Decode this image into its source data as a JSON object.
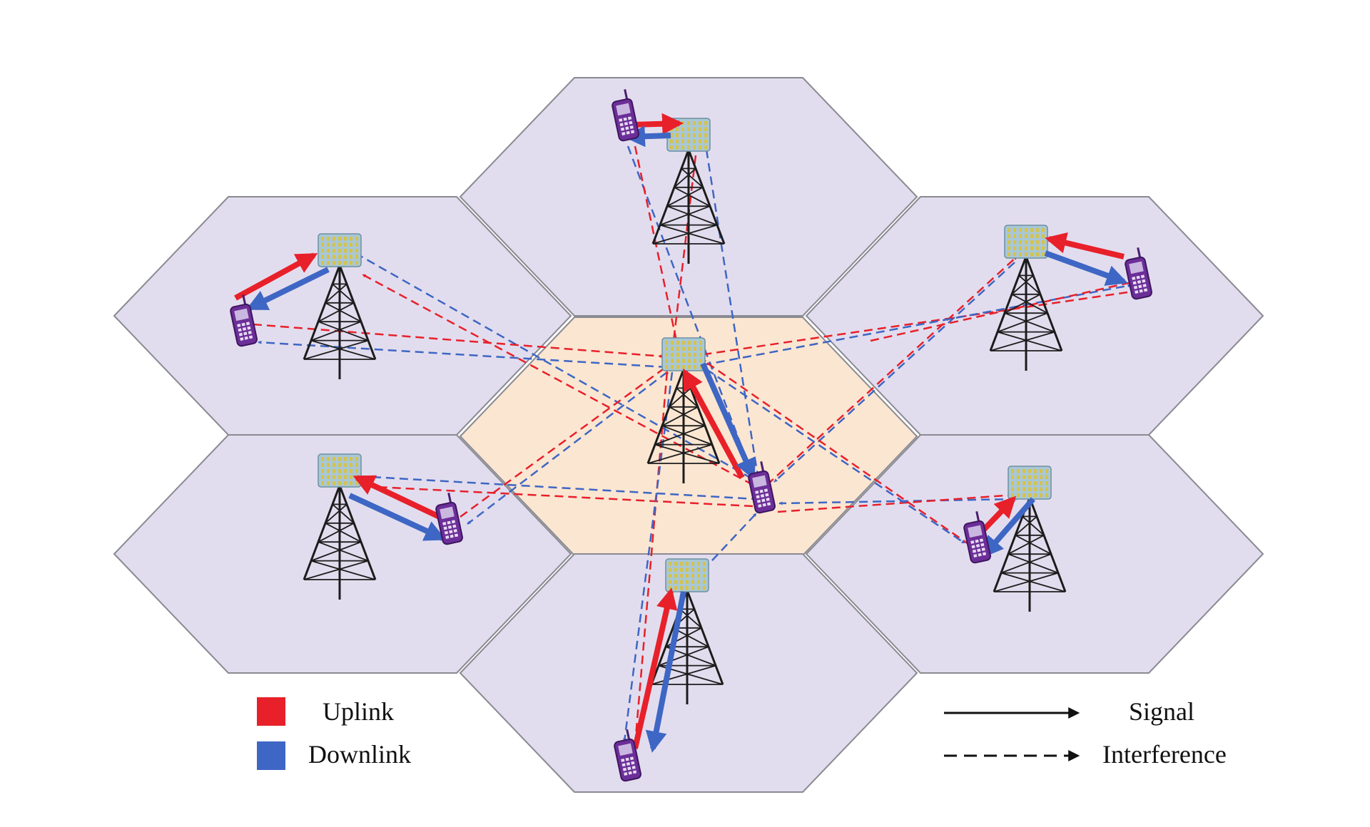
{
  "legend": {
    "uplink_label": "Uplink",
    "downlink_label": "Downlink",
    "signal_label": "Signal",
    "interference_label": "Interference"
  },
  "colors": {
    "uplink": "#e8202a",
    "downlink": "#3e66c4",
    "outer_cell_fill": "#e2ddee",
    "center_cell_fill": "#fbe6d2",
    "cell_border": "#8a8a92",
    "tower": "#1c1c1c",
    "antenna_panel": "#a9c8d6",
    "phone_body": "#6c2e98"
  },
  "cells": [
    {
      "id": "center",
      "role": "serving"
    },
    {
      "id": "top",
      "role": "neighbor"
    },
    {
      "id": "upper-left",
      "role": "neighbor"
    },
    {
      "id": "upper-right",
      "role": "neighbor"
    },
    {
      "id": "lower-left",
      "role": "neighbor"
    },
    {
      "id": "lower-right",
      "role": "neighbor"
    },
    {
      "id": "bottom",
      "role": "neighbor"
    }
  ],
  "link_types": [
    "uplink",
    "downlink"
  ],
  "line_styles": [
    "signal",
    "interference"
  ]
}
